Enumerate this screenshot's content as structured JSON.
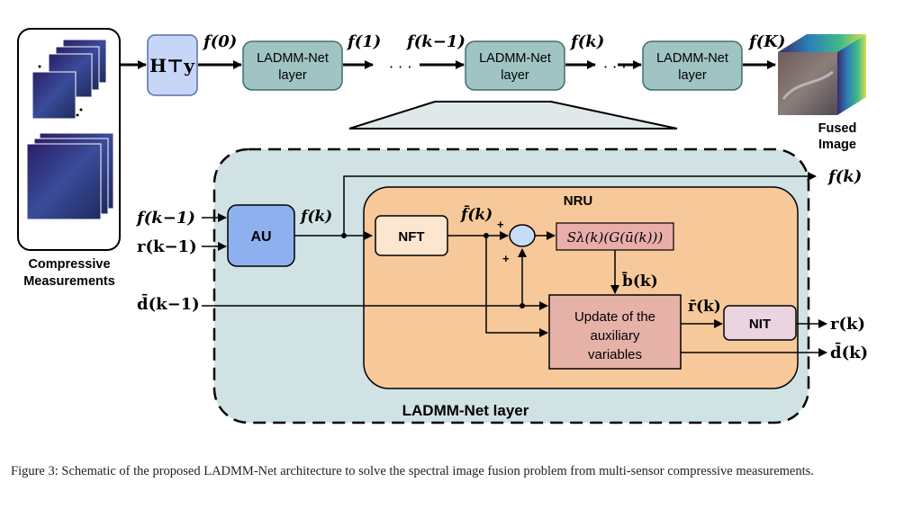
{
  "top": {
    "init_label": "H⊤y",
    "f0": "f(0)",
    "f1": "f(1)",
    "fkm1": "f(k−1)",
    "fk": "f(k)",
    "fK": "f(K)",
    "layer_line1": "LADMM-Net",
    "layer_line2": "layer",
    "ellipsis": "· · ·",
    "fused_line1": "Fused",
    "fused_line2": "Image"
  },
  "left": {
    "caption_line1": "Compressive",
    "caption_line2": "Measurements"
  },
  "detail": {
    "title": "LADMM-Net layer",
    "nru_title": "NRU",
    "au": "AU",
    "nft": "NFT",
    "nit": "NIT",
    "shrink": "Sλ(k)(G(ū(k)))",
    "update_line1": "Update of the",
    "update_line2": "auxiliary",
    "update_line3": "variables",
    "in_f": "f(k−1)",
    "in_r": "r(k−1)",
    "in_d": "d̄(k−1)",
    "f_k": "f(k)",
    "fbar_k": "f̄(k)",
    "b_k": "b̄(k)",
    "rbar_k": "r̄(k)",
    "out_f": "f(k)",
    "out_r": "r(k)",
    "out_d": "d̄(k)",
    "plus": "+"
  },
  "caption": {
    "text": "Figure 3: Schematic of the proposed LADMM-Net architecture to solve the spectral image fusion problem from multi-sensor compressive measurements."
  }
}
